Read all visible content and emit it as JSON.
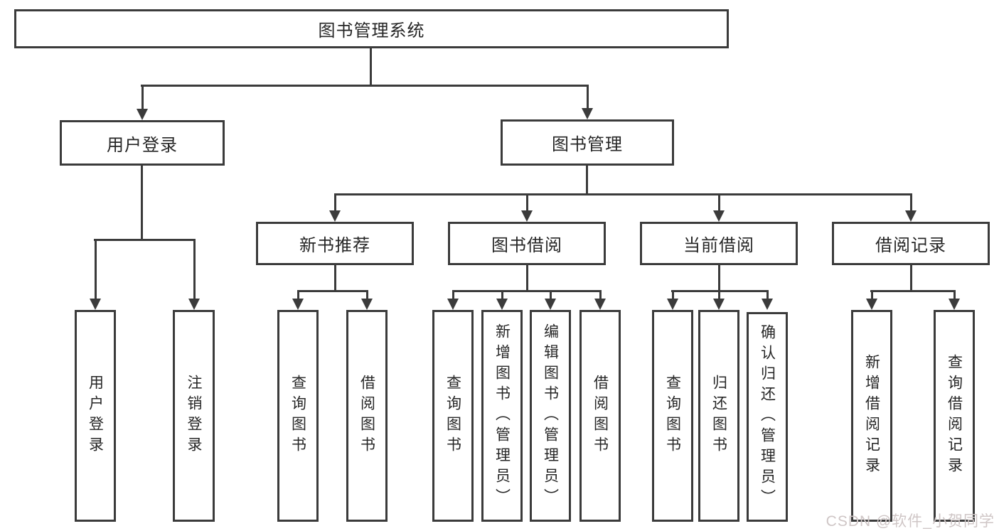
{
  "diagram": {
    "root": "图书管理系统",
    "branches": [
      {
        "label": "用户登录",
        "children": [
          "用户登录",
          "注销登录"
        ]
      },
      {
        "label": "图书管理",
        "children": [
          {
            "label": "新书推荐",
            "children": [
              "查询图书",
              "借阅图书"
            ]
          },
          {
            "label": "图书借阅",
            "children": [
              "查询图书",
              "新增图书（管理员）",
              "编辑图书（管理员）",
              "借阅图书"
            ]
          },
          {
            "label": "当前借阅",
            "children": [
              "查询图书",
              "归还图书",
              "确认归还（管理员）"
            ]
          },
          {
            "label": "借阅记录",
            "children": [
              "新增借阅记录",
              "查询借阅记录"
            ]
          }
        ]
      }
    ],
    "watermark": "CSDN @软件_小贺同学",
    "colors": {
      "line": "#3b3b3b",
      "text": "#262626",
      "background": "#ffffff",
      "watermark": "#cfc6c6"
    }
  }
}
